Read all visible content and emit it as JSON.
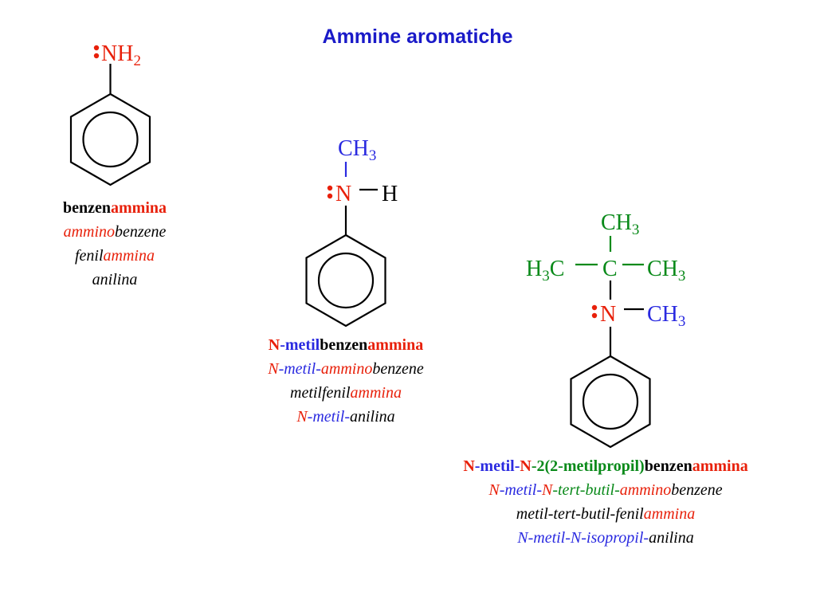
{
  "title": "Ammine aromatiche",
  "colors": {
    "title": "#1a1ac8",
    "red": "#e8200a",
    "blue": "#2a2ae0",
    "green": "#0a8a1a",
    "black": "#000000",
    "lone_pair": "#e8200a"
  },
  "molecule1": {
    "amine_group": "NH",
    "amine_sub": "2",
    "names": [
      [
        {
          "t": "benzen",
          "c": "black",
          "s": "b"
        },
        {
          "t": "ammina",
          "c": "red",
          "s": "b"
        }
      ],
      [
        {
          "t": "ammino",
          "c": "red",
          "s": "i"
        },
        {
          "t": "benzene",
          "c": "black",
          "s": "i"
        }
      ],
      [
        {
          "t": "fenil",
          "c": "black",
          "s": "i"
        },
        {
          "t": "ammina",
          "c": "red",
          "s": "i"
        }
      ],
      [
        {
          "t": "anilina",
          "c": "black",
          "s": "i"
        }
      ]
    ]
  },
  "molecule2": {
    "methyl": "CH",
    "methyl_sub": "3",
    "nitrogen": "N",
    "hydrogen": "H",
    "names": [
      [
        {
          "t": "N",
          "c": "red",
          "s": "b"
        },
        {
          "t": "-metil",
          "c": "blue",
          "s": "b"
        },
        {
          "t": "benzen",
          "c": "black",
          "s": "b"
        },
        {
          "t": "ammina",
          "c": "red",
          "s": "b"
        }
      ],
      [
        {
          "t": "N",
          "c": "red",
          "s": "i"
        },
        {
          "t": "-metil-",
          "c": "blue",
          "s": "i"
        },
        {
          "t": "ammino",
          "c": "red",
          "s": "i"
        },
        {
          "t": "benzene",
          "c": "black",
          "s": "i"
        }
      ],
      [
        {
          "t": "metilfenil",
          "c": "black",
          "s": "i"
        },
        {
          "t": "ammina",
          "c": "red",
          "s": "i"
        }
      ],
      [
        {
          "t": "N",
          "c": "red",
          "s": "i"
        },
        {
          "t": "-metil-",
          "c": "blue",
          "s": "i"
        },
        {
          "t": "anilina",
          "c": "black",
          "s": "i"
        }
      ]
    ]
  },
  "molecule3": {
    "top_methyl": "CH",
    "top_methyl_sub": "3",
    "left_methyl_h": "H",
    "left_methyl_sub": "3",
    "left_methyl_c": "C",
    "central_carbon": "C",
    "right_methyl": "CH",
    "right_methyl_sub": "3",
    "nitrogen": "N",
    "n_methyl": "CH",
    "n_methyl_sub": "3",
    "names": [
      [
        {
          "t": "N",
          "c": "red",
          "s": "b"
        },
        {
          "t": "-metil-",
          "c": "blue",
          "s": "b"
        },
        {
          "t": "N",
          "c": "red",
          "s": "b"
        },
        {
          "t": "-2(2-metilpropil)",
          "c": "green",
          "s": "b"
        },
        {
          "t": "benzen",
          "c": "black",
          "s": "b"
        },
        {
          "t": "ammina",
          "c": "red",
          "s": "b"
        }
      ],
      [
        {
          "t": "N",
          "c": "red",
          "s": "i"
        },
        {
          "t": "-metil-",
          "c": "blue",
          "s": "i"
        },
        {
          "t": "N",
          "c": "red",
          "s": "i"
        },
        {
          "t": "-tert-butil-",
          "c": "green",
          "s": "i"
        },
        {
          "t": "ammino",
          "c": "red",
          "s": "i"
        },
        {
          "t": "benzene",
          "c": "black",
          "s": "i"
        }
      ],
      [
        {
          "t": "metil-tert-butil-fenil",
          "c": "black",
          "s": "i"
        },
        {
          "t": "ammina",
          "c": "red",
          "s": "i"
        }
      ],
      [
        {
          "t": "N-metil-N-isopropil-",
          "c": "blue",
          "s": "i"
        },
        {
          "t": "anilina",
          "c": "black",
          "s": "i"
        }
      ]
    ]
  }
}
